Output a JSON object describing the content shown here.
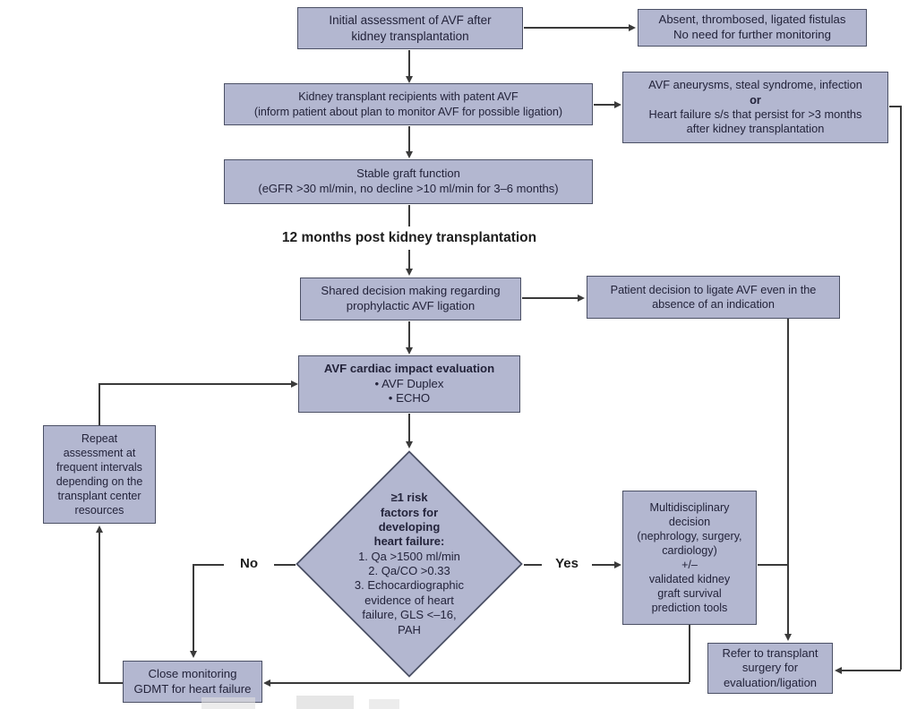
{
  "diagram": {
    "title": "AVF monitoring after kidney transplantation flowchart",
    "colors": {
      "box_fill": "#b3b7d0",
      "box_border": "#4b5065",
      "line": "#3a3a3a",
      "text": "#23233a"
    },
    "nodes": {
      "initial": {
        "text": "Initial assessment of AVF after\nkidney transplantation"
      },
      "absent": {
        "text": "Absent, thrombosed, ligated fistulas\nNo need for further monitoring"
      },
      "recipients": {
        "text": "Kidney transplant recipients with patent AVF\n(inform patient about plan to monitor AVF for possible ligation)"
      },
      "aneurysms": {
        "line1": "AVF aneurysms, steal syndrome, infection",
        "or": "or",
        "line2": "Heart failure s/s that persist for >3 months\nafter kidney transplantation"
      },
      "stable": {
        "text": "Stable graft function\n(eGFR >30 ml/min, no decline >10 ml/min for 3–6 months)"
      },
      "twelve_months": {
        "text": "12 months post kidney transplantation"
      },
      "shared": {
        "text": "Shared decision making regarding\nprophylactic AVF ligation"
      },
      "patient_decision": {
        "text": "Patient decision to ligate AVF even in the\nabsence of an indication"
      },
      "cardiac": {
        "title": "AVF cardiac impact evaluation",
        "items": "• AVF Duplex\n• ECHO"
      },
      "repeat": {
        "text": "Repeat\nassessment at\nfrequent intervals\ndepending on the\ntransplant center\nresources"
      },
      "diamond": {
        "title": "≥1 risk\nfactors for\ndeveloping\nheart failure:",
        "items": "1. Qa >1500 ml/min\n2. Qa/CO >0.33\n3. Echocardiographic\nevidence of heart\nfailure, GLS <–16,\nPAH"
      },
      "multidisciplinary": {
        "text": "Multidisciplinary\ndecision\n(nephrology, surgery,\ncardiology)\n+/–\nvalidated kidney\ngraft survival\nprediction tools"
      },
      "close_monitoring": {
        "text": "Close monitoring\nGDMT for heart failure"
      },
      "refer": {
        "text": "Refer to transplant\nsurgery for\nevaluation/ligation"
      }
    },
    "labels": {
      "no": "No",
      "yes": "Yes"
    }
  }
}
